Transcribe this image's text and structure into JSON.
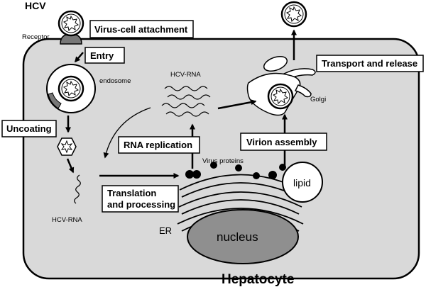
{
  "labels": {
    "hcv": "HCV",
    "receptor": "Receptor",
    "virus_cell_attachment": "Virus-cell attachment",
    "entry": "Entry",
    "endosome": "endosome",
    "uncoating": "Uncoating",
    "hcv_rna_top": "HCV-RNA",
    "hcv_rna_bottom": "HCV-RNA",
    "rna_replication": "RNA replication",
    "virus_proteins": "Virus proteins",
    "translation_line1": "Translation",
    "translation_line2": "and processing",
    "virion_assembly": "Virion assembly",
    "transport_release": "Transport and release",
    "golgi": "Golgi",
    "lipid": "lipid",
    "er": "ER",
    "nucleus": "nucleus",
    "hepatocyte": "Hepatocyte"
  },
  "colors": {
    "cell_fill": "#d9d9d9",
    "nucleus_fill": "#8f8f8f",
    "receptor_fill": "#777777",
    "stroke": "#000000",
    "box_fill": "#ffffff"
  }
}
